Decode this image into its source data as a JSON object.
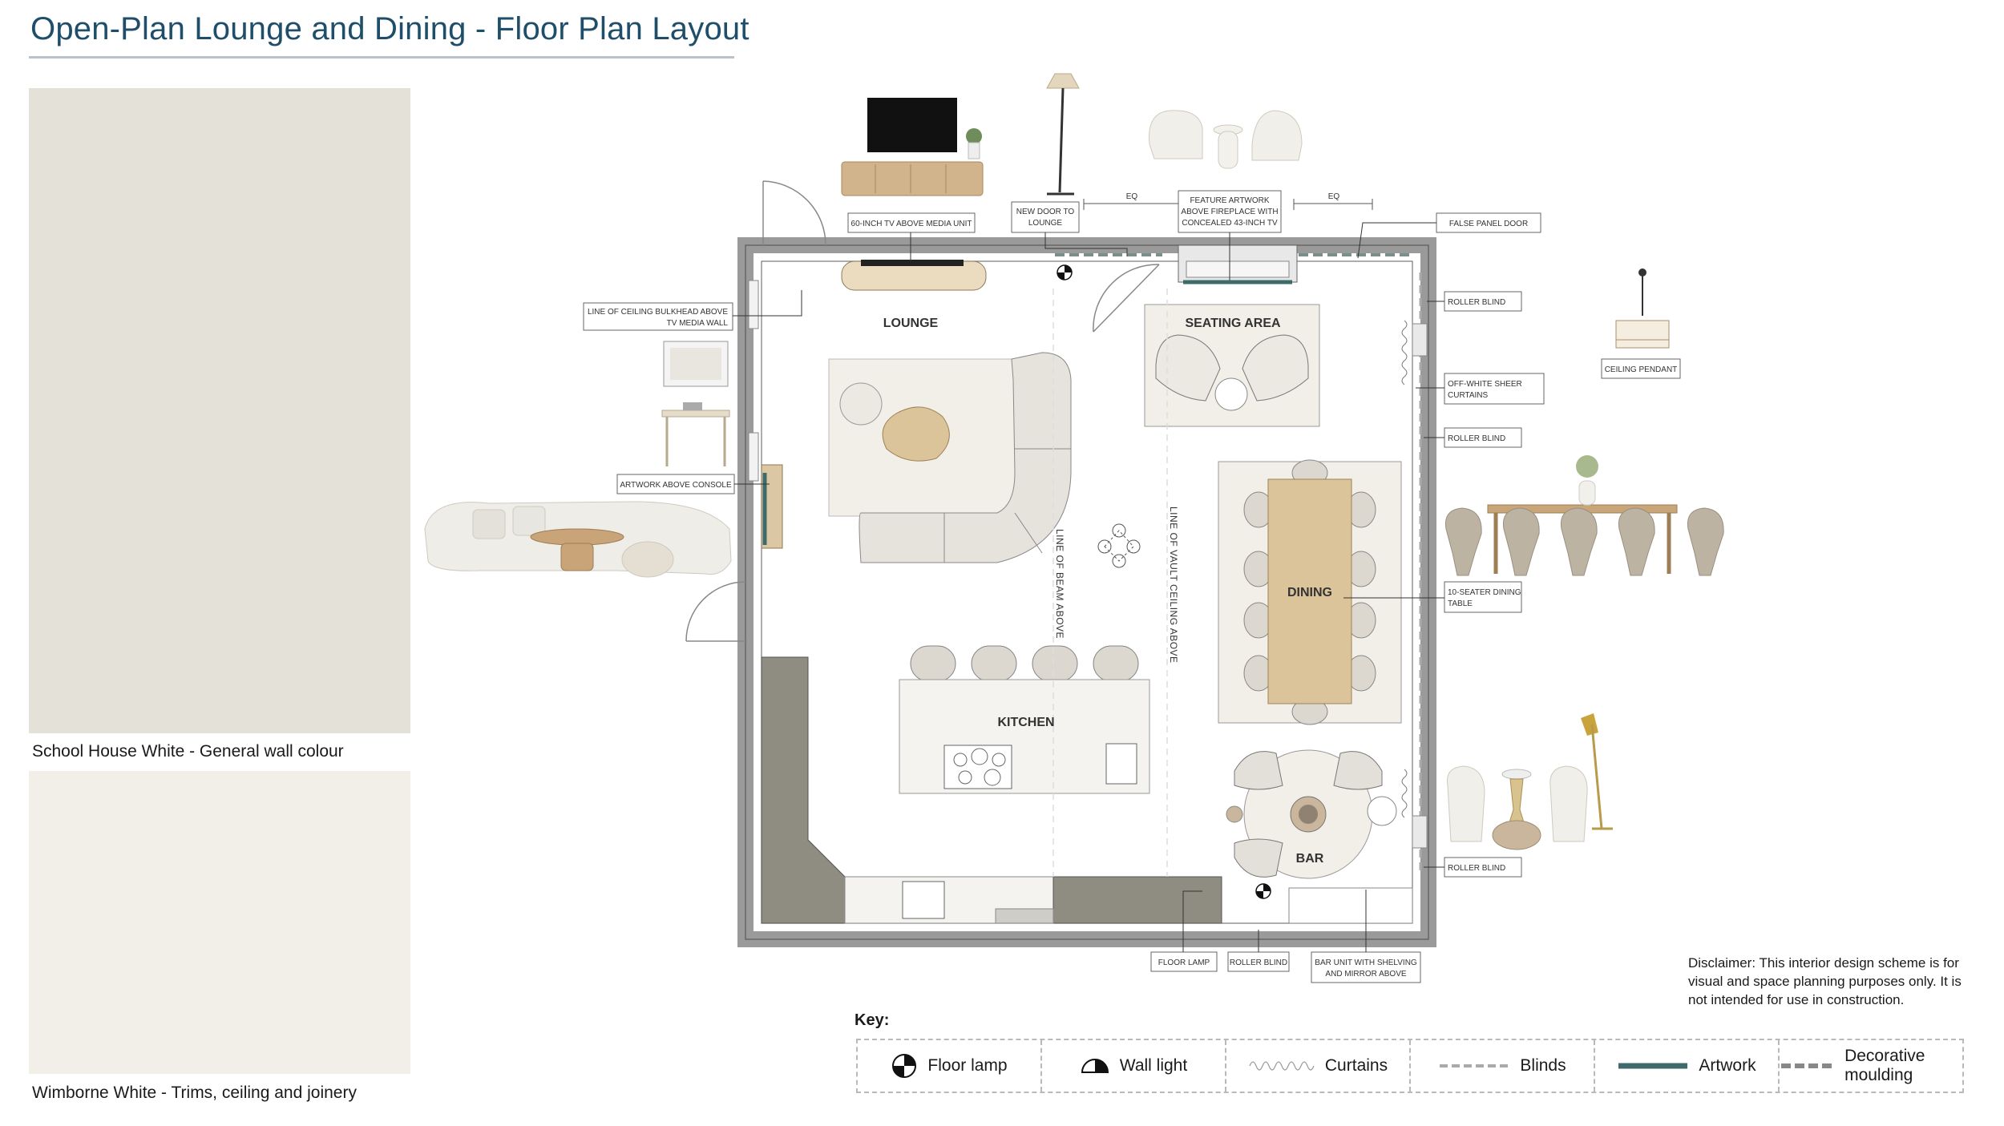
{
  "title": "Open-Plan Lounge and Dining - Floor Plan Layout",
  "swatches": [
    {
      "label": "School House White - General wall colour",
      "color": "#e3e1d8"
    },
    {
      "label": "Wimborne White - Trims, ceiling and joinery",
      "color": "#f1efe7"
    }
  ],
  "rooms": {
    "lounge": "LOUNGE",
    "seating": "SEATING AREA",
    "dining": "DINING",
    "kitchen": "KITCHEN",
    "bar": "BAR"
  },
  "plan_notes": {
    "beam": "LINE OF BEAM ABOVE",
    "vault": "LINE OF VAULT CEILING ABOVE",
    "eq1": "EQ",
    "eq2": "EQ"
  },
  "callouts": {
    "tv": "60-INCH TV ABOVE MEDIA UNIT",
    "door1": "NEW DOOR TO",
    "door2": "LOUNGE",
    "art1": "FEATURE ARTWORK",
    "art2": "ABOVE FIREPLACE WITH",
    "art3": "CONCEALED 43-INCH TV",
    "false_door": "FALSE PANEL DOOR",
    "bulk1": "LINE OF CEILING BULKHEAD ABOVE",
    "bulk2": "TV MEDIA WALL",
    "roller1": "ROLLER BLIND",
    "ceiling_pendant": "CEILING PENDANT",
    "sheer1": "OFF-WHITE SHEER",
    "sheer2": "CURTAINS",
    "roller2": "ROLLER BLIND",
    "console": "ARTWORK ABOVE CONSOLE",
    "table1": "10-SEATER DINING",
    "table2": "TABLE",
    "roller3": "ROLLER BLIND",
    "floor_lamp": "FLOOR LAMP",
    "roller4": "ROLLER BLIND",
    "bar1": "BAR UNIT WITH SHELVING",
    "bar2": "AND MIRROR ABOVE"
  },
  "disclaimer": "Disclaimer: This interior design scheme is for visual and space planning purposes only. It is not intended for use in construction.",
  "key": {
    "title": "Key:",
    "items": [
      {
        "label": "Floor lamp",
        "icon": "floor-lamp-icon"
      },
      {
        "label": "Wall light",
        "icon": "wall-light-icon"
      },
      {
        "label": "Curtains",
        "icon": "curtains-icon"
      },
      {
        "label": "Blinds",
        "icon": "blinds-icon"
      },
      {
        "label": "Artwork",
        "icon": "artwork-icon"
      },
      {
        "label": "Decorative moulding",
        "icon": "moulding-icon"
      }
    ]
  },
  "colors": {
    "title": "#1f4e6b",
    "artwork": "#3d6b6b",
    "wall": "#e6e6e6",
    "cabinet": "#8f8c82"
  }
}
